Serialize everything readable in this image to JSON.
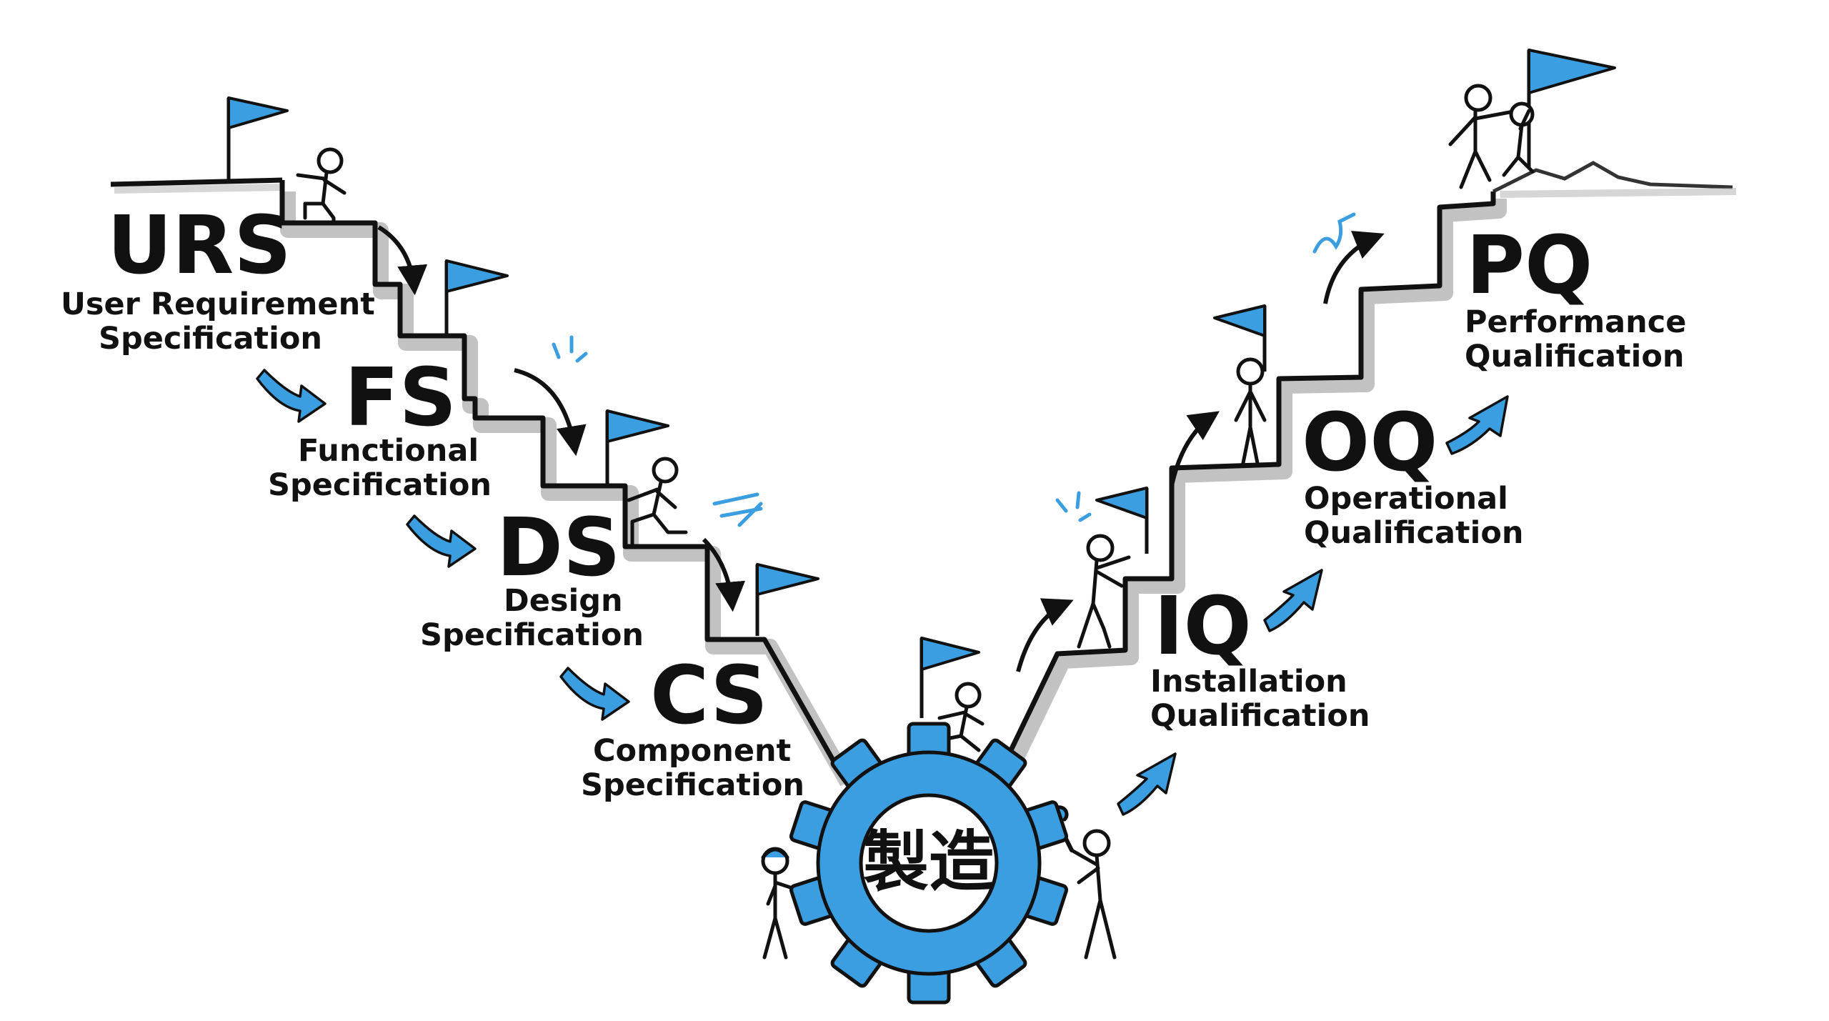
{
  "center": {
    "label": "製造"
  },
  "left_stages": [
    {
      "abbr": "URS",
      "line1": "User Requirement",
      "line2": "Specification"
    },
    {
      "abbr": "FS",
      "line1": "Functional",
      "line2": "Specification"
    },
    {
      "abbr": "DS",
      "line1": "Design",
      "line2": "Specification"
    },
    {
      "abbr": "CS",
      "line1": "Component",
      "line2": "Specification"
    }
  ],
  "right_stages": [
    {
      "abbr": "IQ",
      "line1": "Installation",
      "line2": "Qualification"
    },
    {
      "abbr": "OQ",
      "line1": "Operational",
      "line2": "Qualification"
    },
    {
      "abbr": "PQ",
      "line1": "Performance",
      "line2": "Qualification"
    }
  ],
  "colors": {
    "accent_blue": "#3a9ee0",
    "ink": "#111111",
    "shadow": "#b5b5b5",
    "background": "#ffffff"
  }
}
